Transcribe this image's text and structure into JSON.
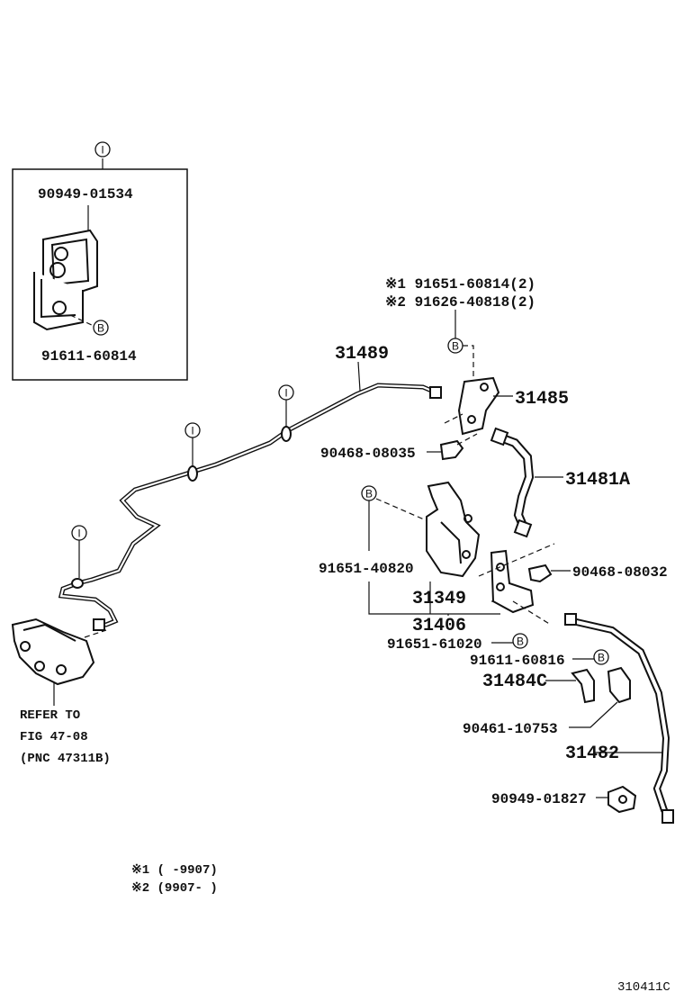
{
  "symbols": {
    "i": "I",
    "b": "B"
  },
  "labels": {
    "inset_clamp": "90949-01534",
    "inset_bolt": "91611-60814",
    "note1_part": "※1 91651-60814(2)",
    "note2_part": "※2 91626-40818(2)",
    "tube_31489": "31489",
    "bracket_31485": "31485",
    "clip_90468_08035": "90468-08035",
    "hose_31481a": "31481A",
    "clip_90468_08032": "90468-08032",
    "bolt_91651_40820": "91651-40820",
    "part_31349": "31349",
    "part_31406": "31406",
    "bolt_91651_61020": "91651-61020",
    "bolt_91611_60816": "91611-60816",
    "bracket_31484c": "31484C",
    "clip_90461_10753": "90461-10753",
    "hose_31482": "31482",
    "clamp_90949_01827": "90949-01827",
    "refer_line1": "REFER TO",
    "refer_line2": "FIG 47-08",
    "refer_line3": "(PNC 47311B)",
    "footnote1": "※1 (     -9907)",
    "footnote2": "※2 (9907-     )",
    "figure_id": "310411C"
  }
}
